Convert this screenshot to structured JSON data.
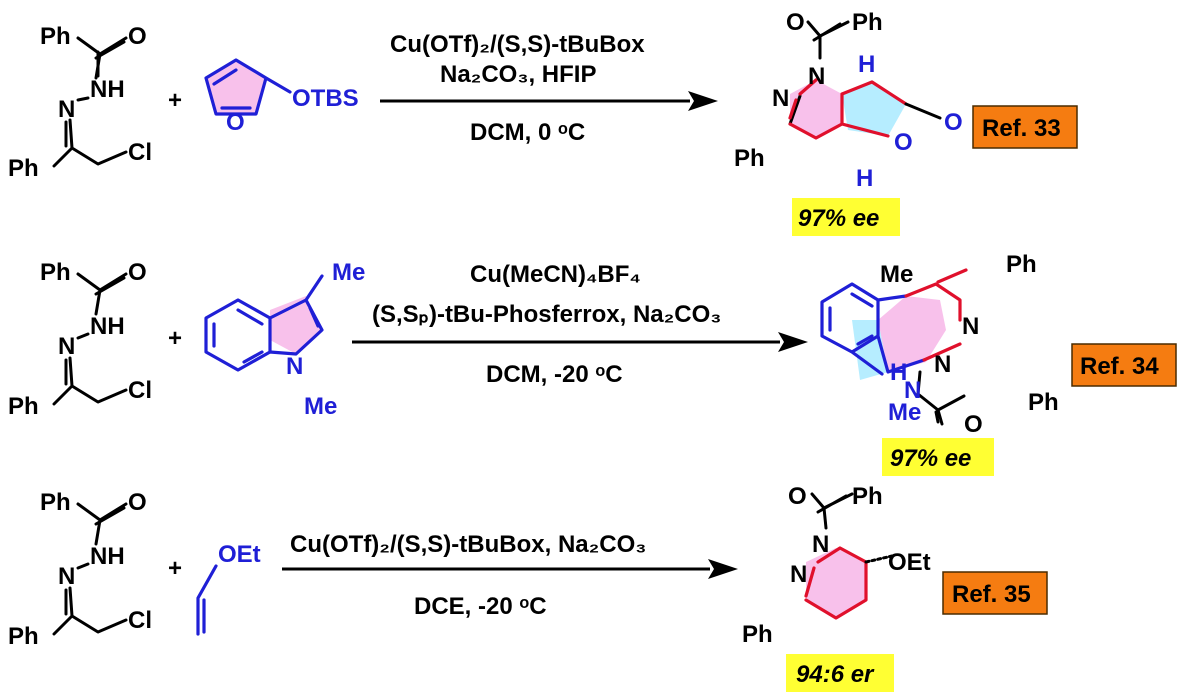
{
  "colors": {
    "text": "#000000",
    "reagent_blue": "#1f1fd6",
    "bond_red": "#e0102c",
    "ref_orange": "#f57c11",
    "ee_yellow": "#ffff33"
  },
  "atoms": {
    "ph": "Ph",
    "o": "O",
    "n": "N",
    "nh": "NH",
    "cl": "Cl",
    "h": "H",
    "me": "Me",
    "otbs": "OTBS",
    "oet": "OEt",
    "plus": "+"
  },
  "reactions": [
    {
      "conditions_top_1": "Cu(OTf)₂/(S,S)-tBuBox",
      "conditions_top_2": "Na₂CO₃, HFIP",
      "conditions_bottom": "DCM, 0 ᵒC",
      "selectivity": "97% ee",
      "ref": "Ref. 33"
    },
    {
      "conditions_top_1": "Cu(MeCN)₄BF₄",
      "conditions_top_2": "(S,Sₚ)-tBu-Phosferrox, Na₂CO₃",
      "conditions_bottom": "DCM, -20 ᵒC",
      "selectivity": "97% ee",
      "ref": "Ref. 34"
    },
    {
      "conditions_top_1": "Cu(OTf)₂/(S,S)-tBuBox, Na₂CO₃",
      "conditions_bottom": "DCE, -20 ᵒC",
      "selectivity": "94:6 er",
      "ref": "Ref. 35"
    }
  ]
}
